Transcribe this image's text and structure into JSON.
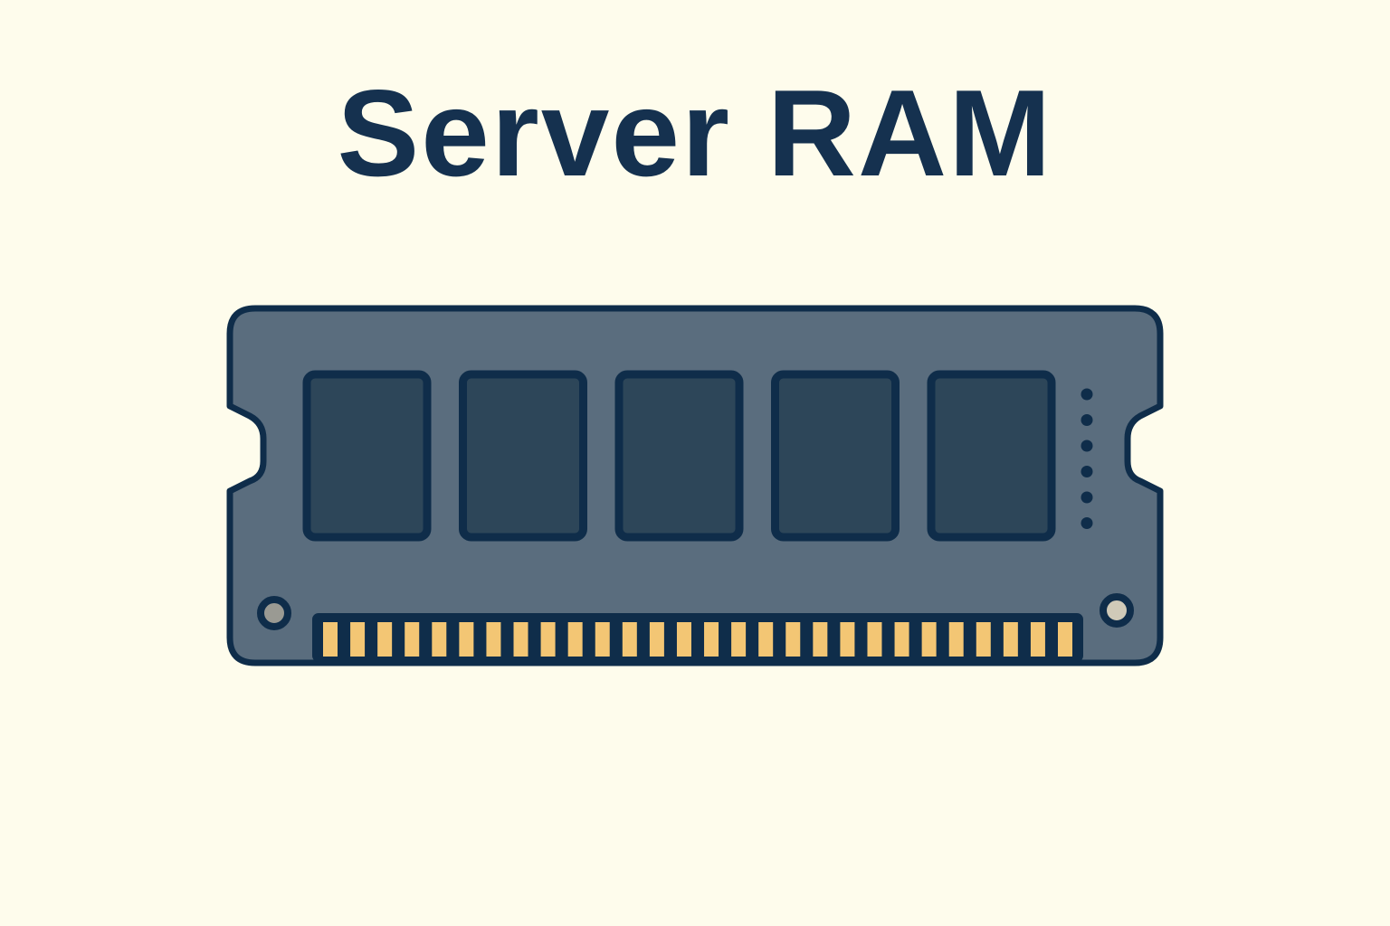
{
  "page": {
    "title": "Server RAM"
  },
  "illustration": {
    "subject": "ram-module-icon",
    "chip_count": 5,
    "status_led_count": 6,
    "gold_contact_count": 28,
    "mounting_hole_count": 2
  },
  "colors": {
    "background": "#fefcec",
    "title_text": "#15314f",
    "outline": "#0f2d4a",
    "board": "#5a6d7e",
    "chip": "#2d4659",
    "contact_gold": "#f3c674",
    "hole_left": "#9a9a93",
    "hole_right": "#d0cab8"
  }
}
